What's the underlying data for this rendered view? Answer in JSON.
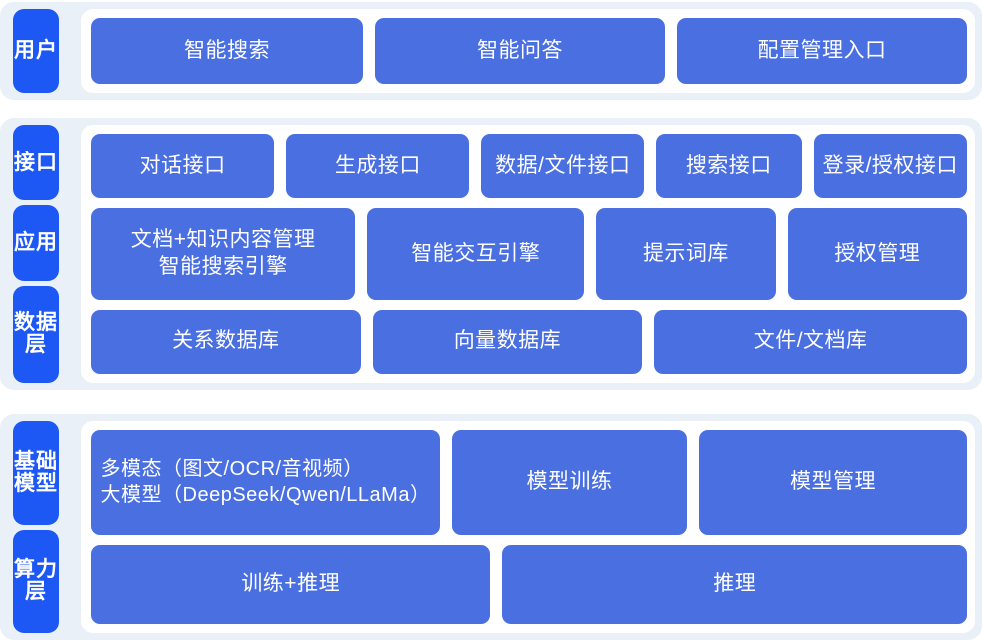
{
  "diagram": {
    "colors": {
      "page_background": "#ffffff",
      "section_background": "#eaf0f8",
      "panel_background": "#ffffff",
      "rail_tab": "#1d58f5",
      "card": "#4a6fe0",
      "card_text": "#ffffff"
    },
    "sections": [
      {
        "id": "users",
        "rail_tabs": [
          "用户"
        ],
        "rows": [
          {
            "id": "user-entries",
            "cards": [
              "智能搜索",
              "智能问答",
              "配置管理入口"
            ]
          }
        ]
      },
      {
        "id": "platform",
        "rail_tabs": [
          "接口",
          "应用",
          "数据层"
        ],
        "rows": [
          {
            "id": "interfaces",
            "cards": [
              "对话接口",
              "生成接口",
              "数据/文件接口",
              "搜索接口",
              "登录/授权接口"
            ]
          },
          {
            "id": "applications",
            "cards": [
              "文档+知识内容管理\n智能搜索引擎",
              "智能交互引擎",
              "提示词库",
              "授权管理"
            ]
          },
          {
            "id": "data-stores",
            "cards": [
              "关系数据库",
              "向量数据库",
              "文件/文档库"
            ]
          }
        ]
      },
      {
        "id": "infrastructure",
        "rail_tabs": [
          "基础模型",
          "算力层"
        ],
        "rows": [
          {
            "id": "foundation-models",
            "cards": [
              "多模态（图文/OCR/音视频）\n大模型（DeepSeek/Qwen/LLaMa）",
              "模型训练",
              "模型管理"
            ]
          },
          {
            "id": "compute",
            "cards": [
              "训练+推理",
              "推理"
            ]
          }
        ]
      }
    ]
  }
}
